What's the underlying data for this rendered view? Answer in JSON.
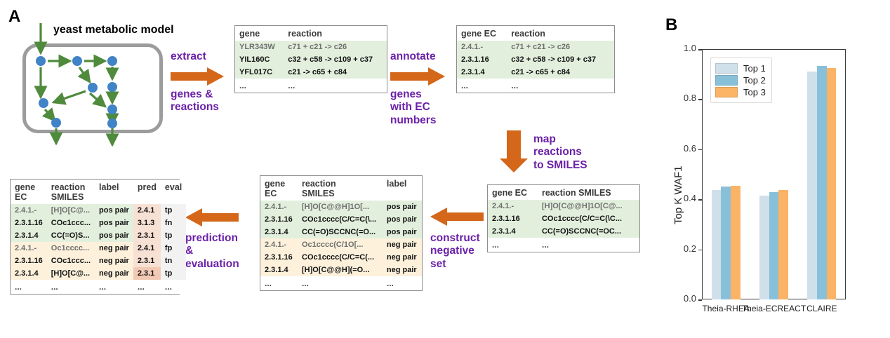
{
  "panels": {
    "a_letter": "A",
    "b_letter": "B",
    "model_title": "yeast metabolic model"
  },
  "steps": {
    "extract_top": "extract",
    "extract_bottom": "genes &\nreactions",
    "annotate_top": "annotate",
    "annotate_bottom": "genes\nwith EC\nnumbers",
    "map_label": "map\nreactions\nto SMILES",
    "construct_label": "construct\nnegative\nset",
    "prediction_label": "prediction\n&\nevaluation"
  },
  "table_gene_reaction": {
    "headers": [
      "gene",
      "reaction"
    ],
    "rows": [
      {
        "cells": [
          "YLR343W",
          "c71 + c21 -> c26"
        ],
        "style": "green",
        "faded": true
      },
      {
        "cells": [
          "YIL160C",
          "c32 + c58 -> c109 + c37"
        ],
        "style": "green",
        "faded": false
      },
      {
        "cells": [
          "YFL017C",
          "c21 -> c65 + c84"
        ],
        "style": "green",
        "faded": false
      },
      {
        "cells": [
          "...",
          "..."
        ],
        "style": "plain",
        "faded": false
      }
    ]
  },
  "table_ec_reaction": {
    "headers": [
      "gene EC",
      "reaction"
    ],
    "rows": [
      {
        "cells": [
          "2.4.1.-",
          "c71 + c21 -> c26"
        ],
        "style": "green",
        "faded": true
      },
      {
        "cells": [
          "2.3.1.16",
          "c32 + c58 -> c109 + c37"
        ],
        "style": "green",
        "faded": false
      },
      {
        "cells": [
          "2.3.1.4",
          "c21 -> c65 + c84"
        ],
        "style": "green",
        "faded": false
      },
      {
        "cells": [
          "...",
          "..."
        ],
        "style": "plain",
        "faded": false
      }
    ]
  },
  "table_ec_smiles": {
    "headers": [
      "gene EC",
      "reaction SMILES"
    ],
    "rows": [
      {
        "cells": [
          "2.4.1.-",
          "[H]O[C@@H]1O[C@..."
        ],
        "style": "green",
        "faded": true
      },
      {
        "cells": [
          "2.3.1.16",
          "COc1cccc(C/C=C(\\C..."
        ],
        "style": "green",
        "faded": false
      },
      {
        "cells": [
          "2.3.1.4",
          "CC(=O)SCCNC(=OC..."
        ],
        "style": "green",
        "faded": false
      },
      {
        "cells": [
          "...",
          "..."
        ],
        "style": "plain",
        "faded": false
      }
    ]
  },
  "table_labeled": {
    "headers": [
      "gene\nEC",
      "reaction\nSMILES",
      "label"
    ],
    "rows": [
      {
        "cells": [
          "2.4.1.-",
          "[H]O[C@@H]1O[...",
          "pos pair"
        ],
        "style": "green",
        "faded": true
      },
      {
        "cells": [
          "2.3.1.16",
          "COc1cccc(C/C=C(\\...",
          "pos pair"
        ],
        "style": "green",
        "faded": false
      },
      {
        "cells": [
          "2.3.1.4",
          "CC(=O)SCCNC(=O...",
          "pos pair"
        ],
        "style": "green",
        "faded": false
      },
      {
        "cells": [
          "2.4.1.-",
          "Oc1cccc(C/1O[...",
          "neg pair"
        ],
        "style": "orange",
        "faded": true
      },
      {
        "cells": [
          "2.3.1.16",
          "COc1cccc(C/C=C(...",
          "neg pair"
        ],
        "style": "orange",
        "faded": false
      },
      {
        "cells": [
          "2.3.1.4",
          "[H]O[C@@H](=O...",
          "neg pair"
        ],
        "style": "orange",
        "faded": false
      },
      {
        "cells": [
          "...",
          "...",
          "..."
        ],
        "style": "plain",
        "faded": false
      }
    ]
  },
  "table_eval": {
    "headers": [
      "gene\nEC",
      "reaction\nSMILES",
      "label",
      "pred",
      "eval"
    ],
    "rows": [
      {
        "cells": [
          "2.4.1.-",
          "[H]O[C@...",
          "pos pair",
          "2.4.1",
          "tp"
        ],
        "style": "green",
        "faded": true
      },
      {
        "cells": [
          "2.3.1.16",
          "COc1ccc...",
          "pos pair",
          "3.1.3",
          "fn"
        ],
        "style": "green",
        "faded": false
      },
      {
        "cells": [
          "2.3.1.4",
          "CC(=O)S...",
          "pos pair",
          "2.3.1",
          "tp"
        ],
        "style": "green",
        "faded": false
      },
      {
        "cells": [
          "2.4.1.-",
          "Oc1cccc...",
          "neg pair",
          "2.4.1",
          "fp"
        ],
        "style": "orange",
        "faded": true
      },
      {
        "cells": [
          "2.3.1.16",
          "COc1ccc...",
          "neg pair",
          "2.3.1",
          "tn"
        ],
        "style": "orange",
        "faded": false
      },
      {
        "cells": [
          "2.3.1.4",
          "[H]O[C@...",
          "neg pair",
          "2.3.1",
          "tp"
        ],
        "style": "orange",
        "faded": false
      },
      {
        "cells": [
          "...",
          "...",
          "...",
          "...",
          "..."
        ],
        "style": "plain",
        "faded": false
      }
    ]
  },
  "colors": {
    "arrow_orange": "#d4671a",
    "step_purple": "#6b21a8",
    "node_blue": "#4083c6",
    "flow_green": "#4f8a3d",
    "row_green": "#e2efdd",
    "row_orange": "#fdf1dc",
    "pred_peach": "#f7e0d4",
    "top1": "#cfe0ea",
    "top2": "#89c0d9",
    "top3": "#fbb366"
  },
  "chart_data": {
    "type": "bar",
    "title": "",
    "xlabel": "",
    "ylabel": "Top K WAF1",
    "ylim": [
      0.0,
      1.0
    ],
    "yticks": [
      "0.0",
      "0.2",
      "0.4",
      "0.6",
      "0.8",
      "1.0"
    ],
    "ytick_values": [
      0.0,
      0.2,
      0.4,
      0.6,
      0.8,
      1.0
    ],
    "grid": false,
    "legend_position": "upper left",
    "categories": [
      "Theia-RHEA",
      "Theia-ECREACT",
      "CLAIRE"
    ],
    "series": [
      {
        "name": "Top 1",
        "color": "#cfe0ea",
        "values": [
          0.437,
          0.415,
          0.91
        ]
      },
      {
        "name": "Top 2",
        "color": "#89c0d9",
        "values": [
          0.45,
          0.428,
          0.932
        ]
      },
      {
        "name": "Top 3",
        "color": "#fbb366",
        "values": [
          0.453,
          0.437,
          0.925
        ]
      }
    ]
  }
}
